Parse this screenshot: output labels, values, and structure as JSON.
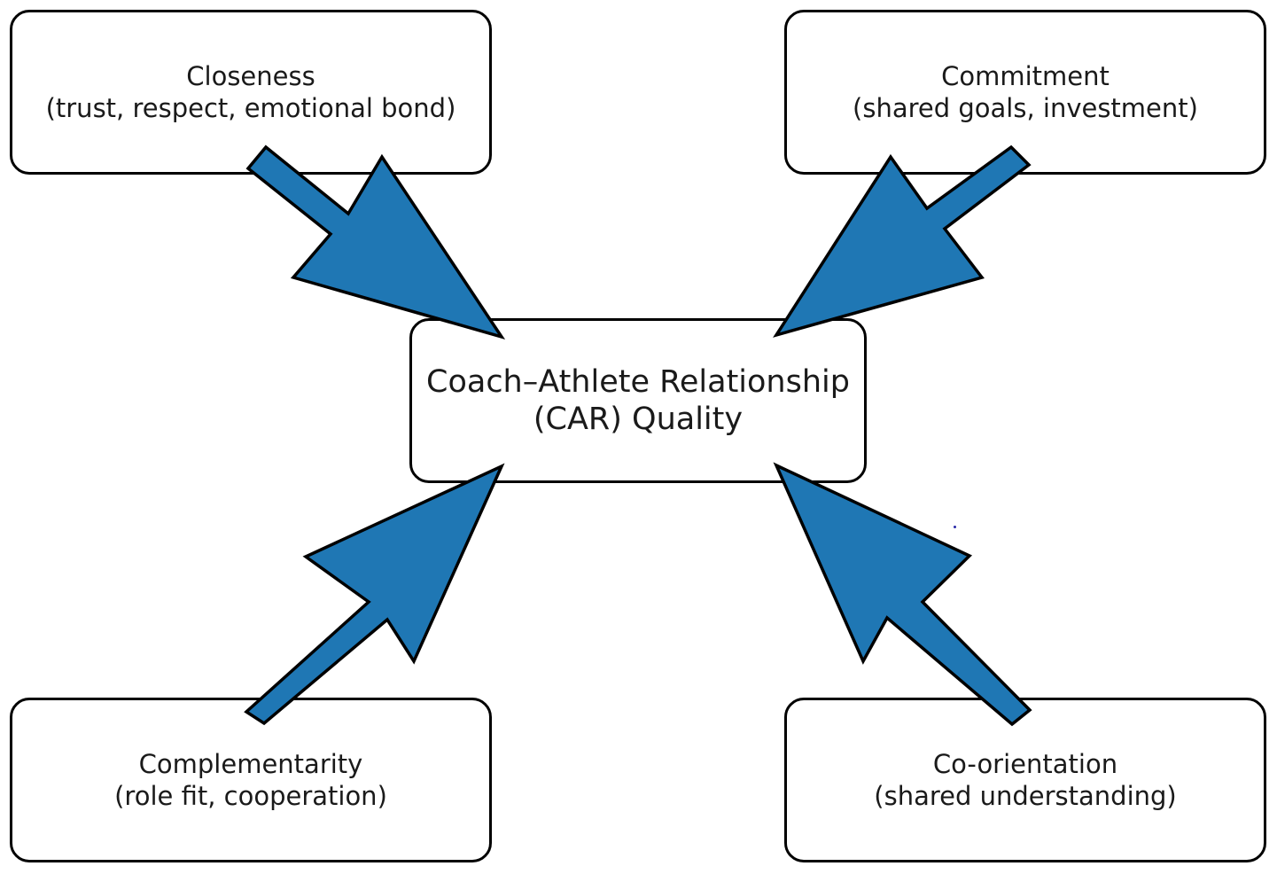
{
  "center": {
    "line1": "Coach–Athlete Relationship",
    "line2": "(CAR) Quality"
  },
  "nodes": [
    {
      "title": "Closeness",
      "subtitle": "(trust, respect, emotional bond)"
    },
    {
      "title": "Commitment",
      "subtitle": "(shared goals, investment)"
    },
    {
      "title": "Complementarity",
      "subtitle": "(role fit, cooperation)"
    },
    {
      "title": "Co-orientation",
      "subtitle": "(shared understanding)"
    }
  ],
  "colors": {
    "arrow_fill": "#1f77b4",
    "outline": "#000000",
    "background": "#ffffff"
  }
}
